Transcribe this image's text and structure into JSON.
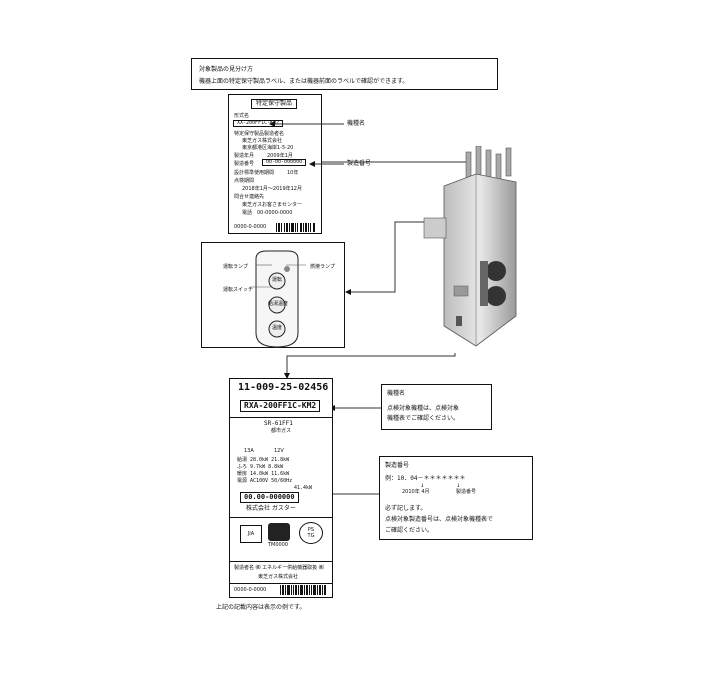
{
  "header": {
    "title": "対象製品の見分け方",
    "body": "機器上面の特定保守製品ラベル、または機器前面のラベルで確認ができます。"
  },
  "top_label": {
    "title": "特定保守製品",
    "model_label": "形式名",
    "model_value": "XX-200FF1C-KM2",
    "maker_label": "特定保守製品製造者名",
    "maker_name": "東芝ガス株式会社",
    "maker_address": "東京都港区海岸1-5-20",
    "year_label": "製造年月",
    "year_value": "2009年1月",
    "serial_label": "製造番号",
    "serial_value": "00-00-000000",
    "period_label": "設計標準使用期間",
    "period_value": "10年",
    "inspection_label": "点検期間",
    "inspection_value": "2018年1月～2019年12月",
    "contact_label": "問合せ連絡先",
    "contact_name": "東芝ガスお客さまセンター",
    "contact_phone_label": "電話",
    "contact_phone": "00-0000-0000",
    "footnote": "0000-0-0000"
  },
  "callouts": {
    "model_name": "機種名",
    "serial_number": "製造番号"
  },
  "remote": {
    "left_top": "運転ランプ",
    "left_mid": "運転スイッチ",
    "right_top": "燃焼ランプ",
    "btn1": "運転",
    "btn2": "給湯温度",
    "btn3": "温度"
  },
  "front_label": {
    "number": "11-009-25-02456",
    "model": "RXA-200FF1C-KM2",
    "type": "SR-61FF1",
    "subtitle": "都市ガス",
    "gas_type": "13A",
    "voltage": "12V",
    "spec1": "給湯  28.0kW  21.8kW",
    "spec2": "ふろ  9.7kW  8.8kW",
    "spec3": "暖房  14.0kW  11.6kW",
    "spec4": "電源  AC100V  50/60Hz",
    "spec5": "41.4kW",
    "serial": "00.00-000000",
    "maker": "株式会社 ガスター",
    "mark1": "JIA",
    "mark2": "PS",
    "mark2b": "TG",
    "mark_caption": "TM0000",
    "bottom1": "製造者名 ㈱ エネルギー供給機器取扱 ㈱",
    "bottom2": "東芝ガス株式会社",
    "barcode_num": "0000-0-0000"
  },
  "note_model": {
    "title": "機種名",
    "line1": "点検対象機種は、点検対象",
    "line2": "機種表でご確認ください。"
  },
  "note_serial": {
    "title": "製造番号",
    "line1": "例：10．04－＊＊＊＊＊＊＊",
    "line2a": "2010年 4月",
    "line2b": "製造番号",
    "line3": "必ず記します。",
    "line4": "点検対象製造番号は、点検対象機種表で",
    "line5": "ご確認ください。"
  },
  "footer": {
    "note": "上記の記載内容は表示の例です。"
  }
}
